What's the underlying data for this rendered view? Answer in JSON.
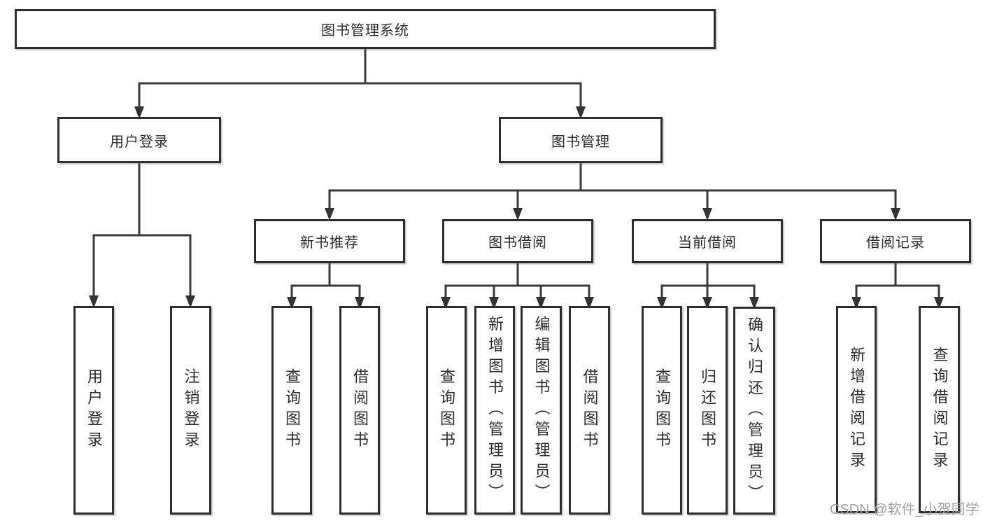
{
  "tree": {
    "label": "图书管理系统",
    "children": [
      {
        "label": "用户登录",
        "children": [
          {
            "label": "用户登录"
          },
          {
            "label": "注销登录"
          }
        ]
      },
      {
        "label": "图书管理",
        "children": [
          {
            "label": "新书推荐",
            "children": [
              {
                "label": "查询图书"
              },
              {
                "label": "借阅图书"
              }
            ]
          },
          {
            "label": "图书借阅",
            "children": [
              {
                "label": "查询图书"
              },
              {
                "label": "新增图书（管理员）"
              },
              {
                "label": "编辑图书（管理员）"
              },
              {
                "label": "借阅图书"
              }
            ]
          },
          {
            "label": "当前借阅",
            "children": [
              {
                "label": "查询图书"
              },
              {
                "label": "归还图书"
              },
              {
                "label": "确认归还（管理员）"
              }
            ]
          },
          {
            "label": "借阅记录",
            "children": [
              {
                "label": "新增借阅记录"
              },
              {
                "label": "查询借阅记录"
              }
            ]
          }
        ]
      }
    ]
  },
  "watermark": {
    "text": "CSDN @软件_小贺同学"
  },
  "colors": {
    "background": "#ffffff",
    "box_border": "#2e2e2e",
    "connector_line": "#3a3a3a",
    "text": "#2d2d2d",
    "watermark_text": "#a3a3a3"
  }
}
